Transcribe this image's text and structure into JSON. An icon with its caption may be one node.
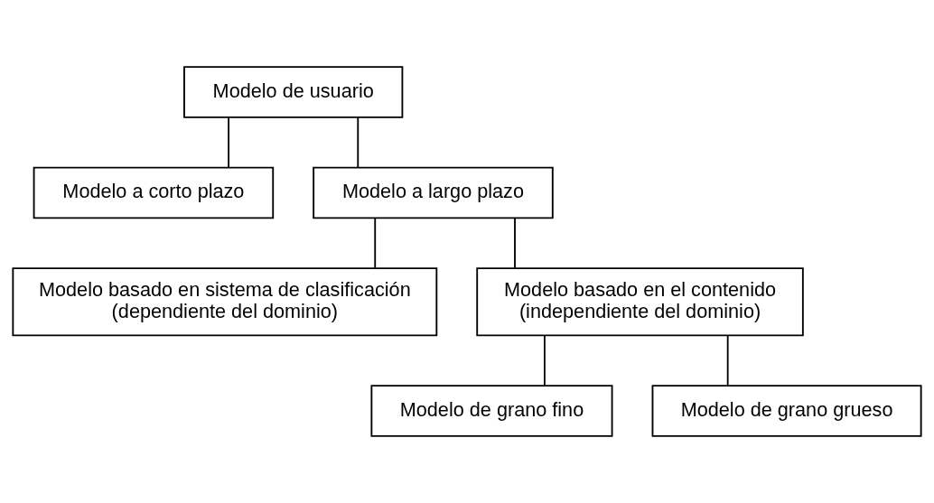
{
  "diagram": {
    "nodes": [
      {
        "text": [
          "Modelo de usuario"
        ]
      },
      {
        "text": [
          "Modelo a corto plazo"
        ]
      },
      {
        "text": [
          "Modelo a largo plazo"
        ]
      },
      {
        "text": [
          "Modelo basado en sistema de clasificación",
          "(dependiente del dominio)"
        ]
      },
      {
        "text": [
          "Modelo basado en el contenido",
          "(independiente del dominio)"
        ]
      },
      {
        "text": [
          "Modelo de grano fino"
        ]
      },
      {
        "text": [
          "Modelo de grano grueso"
        ]
      }
    ],
    "edges": [
      {
        "from": 0,
        "to": 1,
        "arrow": "none"
      },
      {
        "from": 0,
        "to": 2,
        "arrow": "none"
      },
      {
        "from": 2,
        "to": 3,
        "arrow": "none"
      },
      {
        "from": 2,
        "to": 4,
        "arrow": "none"
      },
      {
        "from": 4,
        "to": 5,
        "arrow": "none"
      },
      {
        "from": 4,
        "to": 6,
        "arrow": "none"
      }
    ]
  }
}
